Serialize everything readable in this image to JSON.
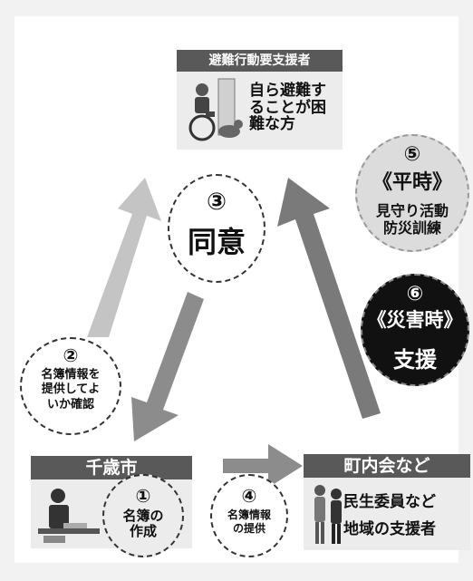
{
  "top_box": {
    "header": "避難行動要支援者",
    "body": "自ら避難することが困難な方"
  },
  "left_box": {
    "header": "千歳市"
  },
  "right_box": {
    "header": "町内会など",
    "line1": "民生委員など",
    "line2": "地域の支援者"
  },
  "step1": {
    "num": "①",
    "line1": "名簿の",
    "line2": "作成"
  },
  "step2": {
    "num": "②",
    "line1": "名簿情報を",
    "line2": "提供してよ",
    "line3": "いか確認"
  },
  "step3": {
    "num": "③",
    "label": "同意"
  },
  "step4": {
    "num": "④",
    "line1": "名簿情報",
    "line2": "の提供"
  },
  "step5": {
    "num": "⑤",
    "title": "《平時》",
    "line1": "見守り活動",
    "line2": "防災訓練"
  },
  "step6": {
    "num": "⑥",
    "title": "《災害時》",
    "label": "支援"
  },
  "colors": {
    "header_bg": "#595959",
    "box_bg": "#ececec",
    "arrow_light": "#c4c4c4",
    "arrow_mid": "#8c8c8c",
    "arrow_dark": "#7a7a7a",
    "badge_dark": "#111111",
    "badge_light": "#dcdcdc"
  },
  "icons": {
    "top_box": "wheelchair-user-with-dog-icon",
    "left_box": "official-at-desk-icon",
    "right_box": "elderly-person-with-helper-icon"
  }
}
